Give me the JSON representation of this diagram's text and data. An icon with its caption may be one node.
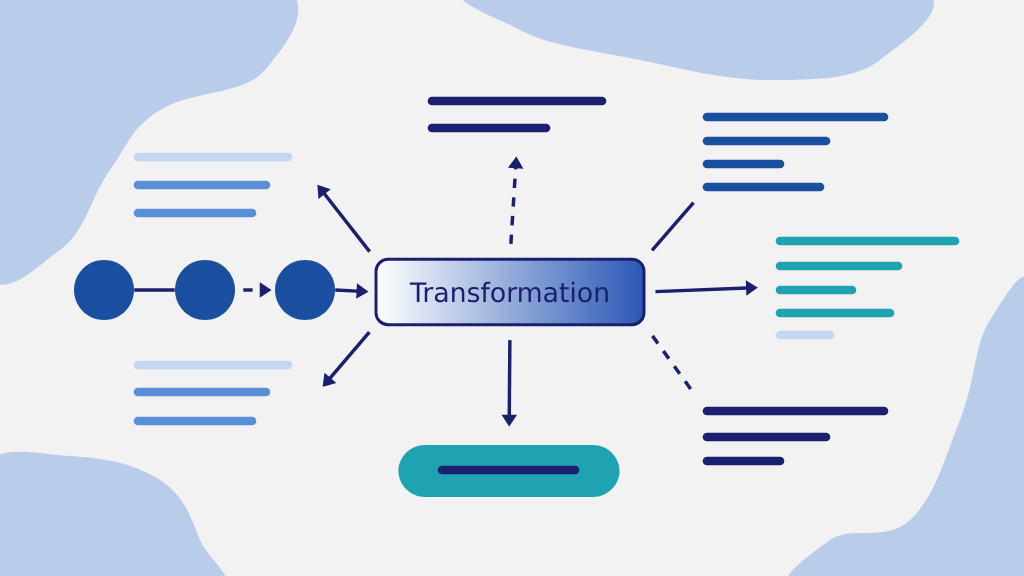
{
  "diagram": {
    "nodes": [
      {
        "text": [],
        "shape": "picture"
      },
      {
        "text": [],
        "shape": "picture"
      },
      {
        "text": [],
        "shape": "picture"
      },
      {
        "text": [],
        "shape": "picture"
      },
      {
        "text": [],
        "shape": "circle"
      },
      {
        "text": [],
        "shape": "circle"
      },
      {
        "text": [],
        "shape": "circle"
      },
      {
        "text": [
          "Transformation"
        ]
      },
      {
        "text": [],
        "shape": "picture"
      },
      {
        "text": [],
        "shape": "picture"
      },
      {
        "text": [],
        "shape": "box"
      }
    ],
    "edges": [
      {
        "from": 4,
        "to": 5,
        "arrow": "none"
      },
      {
        "from": 5,
        "to": 6,
        "arrow": "to",
        "style": "dashed"
      },
      {
        "from": 6,
        "to": 7,
        "arrow": "to"
      },
      {
        "from": 7,
        "to": 2,
        "arrow": "to"
      },
      {
        "from": 7,
        "to": 0,
        "arrow": "to",
        "style": "dashed"
      },
      {
        "from": 7,
        "to": 1,
        "arrow": "none"
      },
      {
        "from": 7,
        "to": 3,
        "arrow": "to"
      },
      {
        "from": 7,
        "to": 9,
        "arrow": "none",
        "style": "dashed"
      },
      {
        "from": 7,
        "to": 10,
        "arrow": "to"
      },
      {
        "from": 7,
        "to": 8,
        "arrow": "to"
      }
    ]
  }
}
